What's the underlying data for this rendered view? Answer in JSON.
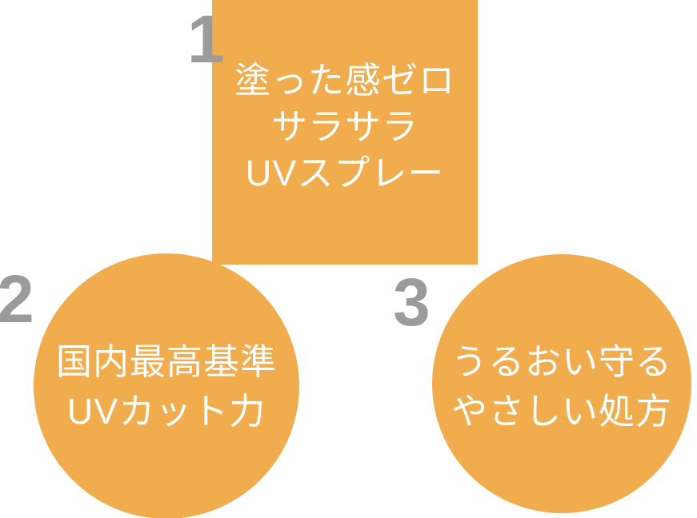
{
  "colors": {
    "page_background": "#FFFFFF",
    "shape_fill": "#F0AC4D",
    "number_text": "#9B9B9B",
    "feature_text": "#FFFFFF"
  },
  "features": [
    {
      "number": "1",
      "shape": "square",
      "lines": [
        "塗った感ゼロ",
        "サラサラ",
        "UVスプレー"
      ]
    },
    {
      "number": "2",
      "shape": "circle",
      "lines": [
        "国内最高基準",
        "UVカット力"
      ]
    },
    {
      "number": "3",
      "shape": "circle",
      "lines": [
        "うるおい守る",
        "やさしい処方"
      ]
    }
  ]
}
